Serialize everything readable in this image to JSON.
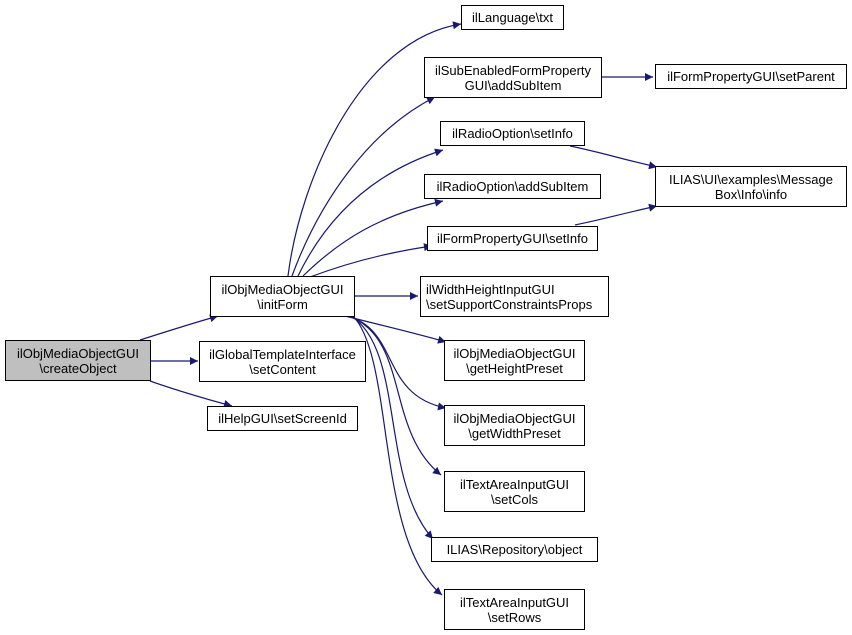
{
  "diagram": {
    "type": "call-graph",
    "edge_color": "#191970",
    "root_fill": "#bfbfbf",
    "nodes": {
      "createObject": {
        "lines": [
          "ilObjMediaObjectGUI",
          "\\createObject"
        ]
      },
      "initForm": {
        "lines": [
          "ilObjMediaObjectGUI",
          "\\initForm"
        ]
      },
      "setContent": {
        "lines": [
          "ilGlobalTemplateInterface",
          "\\setContent"
        ]
      },
      "setScreenId": {
        "lines": [
          "ilHelpGUI\\setScreenId"
        ]
      },
      "txt": {
        "lines": [
          "ilLanguage\\txt"
        ]
      },
      "subEnabledAddSubItem": {
        "lines": [
          "ilSubEnabledFormProperty",
          "GUI\\addSubItem"
        ]
      },
      "setParent": {
        "lines": [
          "ilFormPropertyGUI\\setParent"
        ]
      },
      "radioSetInfo": {
        "lines": [
          "ilRadioOption\\setInfo"
        ]
      },
      "messageBoxInfo": {
        "lines": [
          "ILIAS\\UI\\examples\\Message",
          "Box\\Info\\info"
        ]
      },
      "radioAddSubItem": {
        "lines": [
          "ilRadioOption\\addSubItem"
        ]
      },
      "formPropSetInfo": {
        "lines": [
          "ilFormPropertyGUI\\setInfo"
        ]
      },
      "setSupportConstraintsProps": {
        "lines": [
          "ilWidthHeightInputGUI",
          "\\setSupportConstraintsProps"
        ]
      },
      "getHeightPreset": {
        "lines": [
          "ilObjMediaObjectGUI",
          "\\getHeightPreset"
        ]
      },
      "getWidthPreset": {
        "lines": [
          "ilObjMediaObjectGUI",
          "\\getWidthPreset"
        ]
      },
      "setCols": {
        "lines": [
          "ilTextAreaInputGUI",
          "\\setCols"
        ]
      },
      "repositoryObject": {
        "lines": [
          "ILIAS\\Repository\\object"
        ]
      },
      "setRows": {
        "lines": [
          "ilTextAreaInputGUI",
          "\\setRows"
        ]
      }
    },
    "edges": [
      [
        "createObject",
        "initForm"
      ],
      [
        "createObject",
        "setContent"
      ],
      [
        "createObject",
        "setScreenId"
      ],
      [
        "initForm",
        "txt"
      ],
      [
        "initForm",
        "subEnabledAddSubItem"
      ],
      [
        "initForm",
        "radioSetInfo"
      ],
      [
        "initForm",
        "radioAddSubItem"
      ],
      [
        "initForm",
        "formPropSetInfo"
      ],
      [
        "initForm",
        "setSupportConstraintsProps"
      ],
      [
        "initForm",
        "getHeightPreset"
      ],
      [
        "initForm",
        "getWidthPreset"
      ],
      [
        "initForm",
        "setCols"
      ],
      [
        "initForm",
        "repositoryObject"
      ],
      [
        "initForm",
        "setRows"
      ],
      [
        "subEnabledAddSubItem",
        "setParent"
      ],
      [
        "radioSetInfo",
        "messageBoxInfo"
      ],
      [
        "formPropSetInfo",
        "messageBoxInfo"
      ]
    ]
  }
}
